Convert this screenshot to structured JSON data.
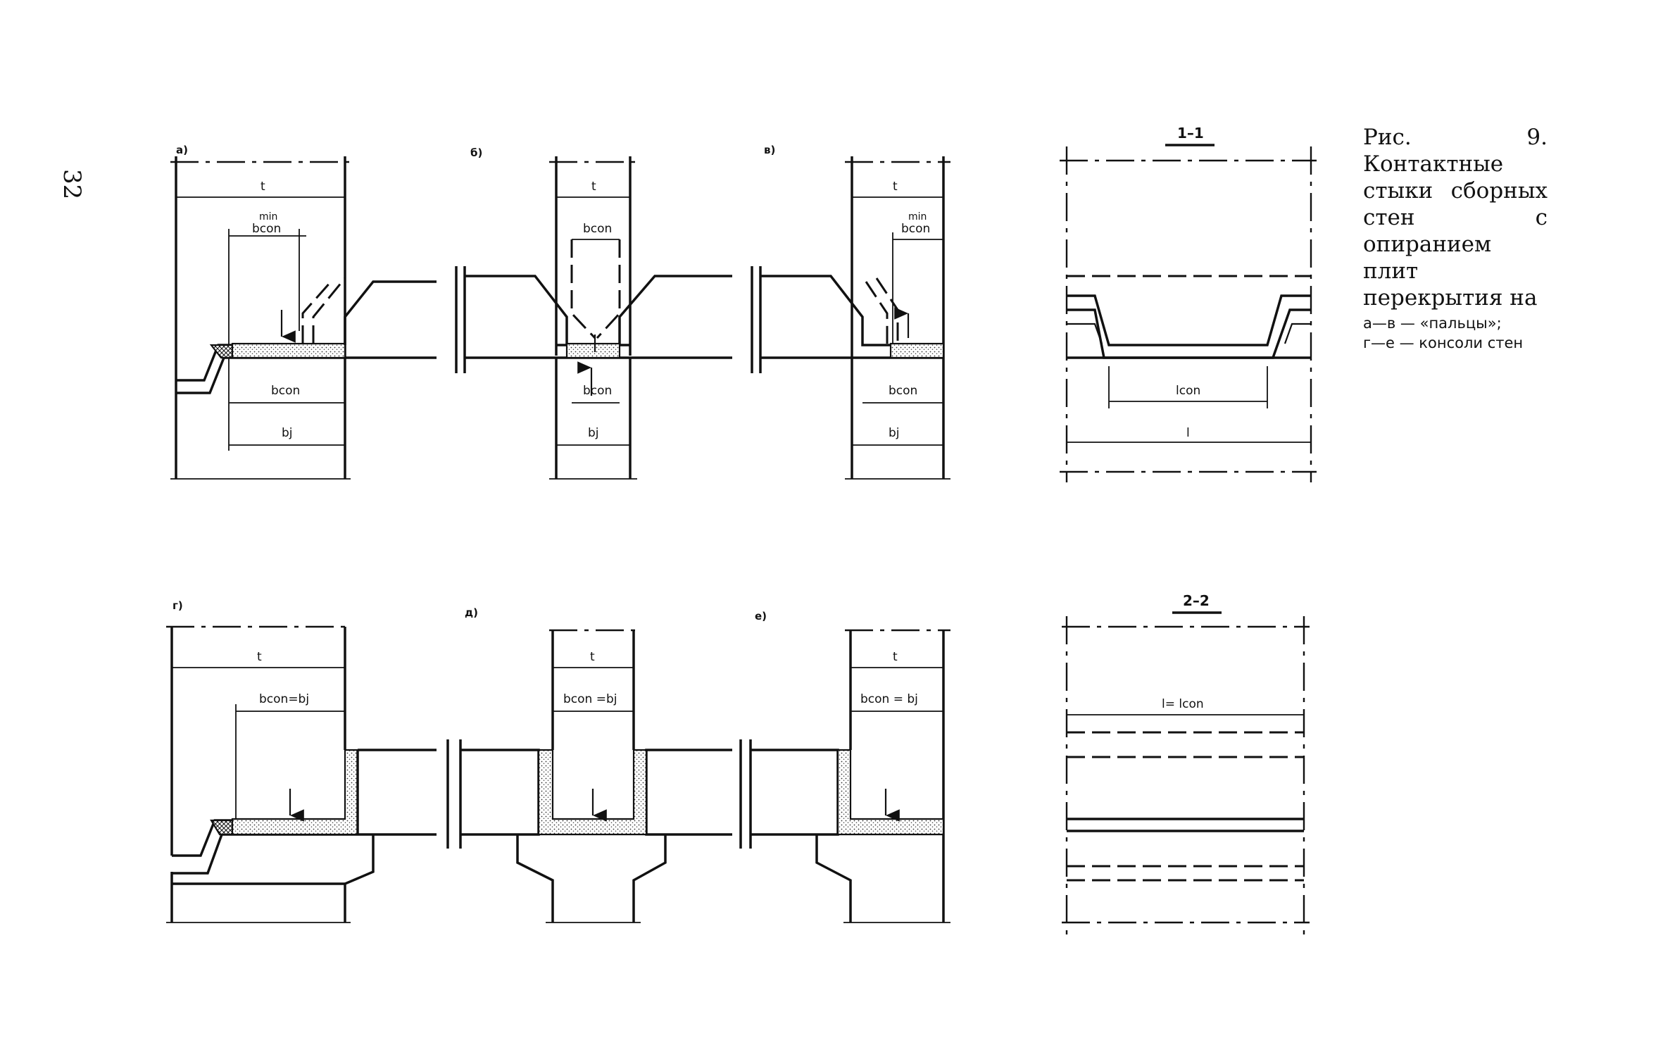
{
  "page_number": "32",
  "caption": {
    "title": "Рис. 9. Контактные стыки сборных стен с опиранием плит перекрытия на",
    "legend_line1": "а—в — «пальцы»;",
    "legend_line2": "г—е — консоли стен"
  },
  "panels": {
    "a": {
      "letter": "а)",
      "t": "t",
      "bcon_min": "bcon",
      "bcon_min_sup": "min",
      "bcon": "bcon",
      "bj": "bj"
    },
    "b": {
      "letter": "б)",
      "t": "t",
      "bcon_top": "bcon",
      "bcon": "bcon",
      "bj": "bj"
    },
    "v": {
      "letter": "в)",
      "t": "t",
      "bcon_min": "bcon",
      "bcon_min_sup": "min",
      "bcon": "bcon",
      "bj": "bj"
    },
    "g": {
      "letter": "г)",
      "t": "t",
      "bcon_eq": "bcon=bj"
    },
    "d": {
      "letter": "д)",
      "t": "t",
      "bcon_eq": "bcon =bj"
    },
    "e": {
      "letter": "е)",
      "t": "t",
      "bcon_eq": "bcon = bj"
    }
  },
  "sections": {
    "s1": {
      "title": "1–1",
      "lcon": "lcon",
      "l": "l"
    },
    "s2": {
      "title": "2–2",
      "l_eq": "l= lcon"
    }
  },
  "colors": {
    "ink": "#111111",
    "paper": "#ffffff"
  }
}
